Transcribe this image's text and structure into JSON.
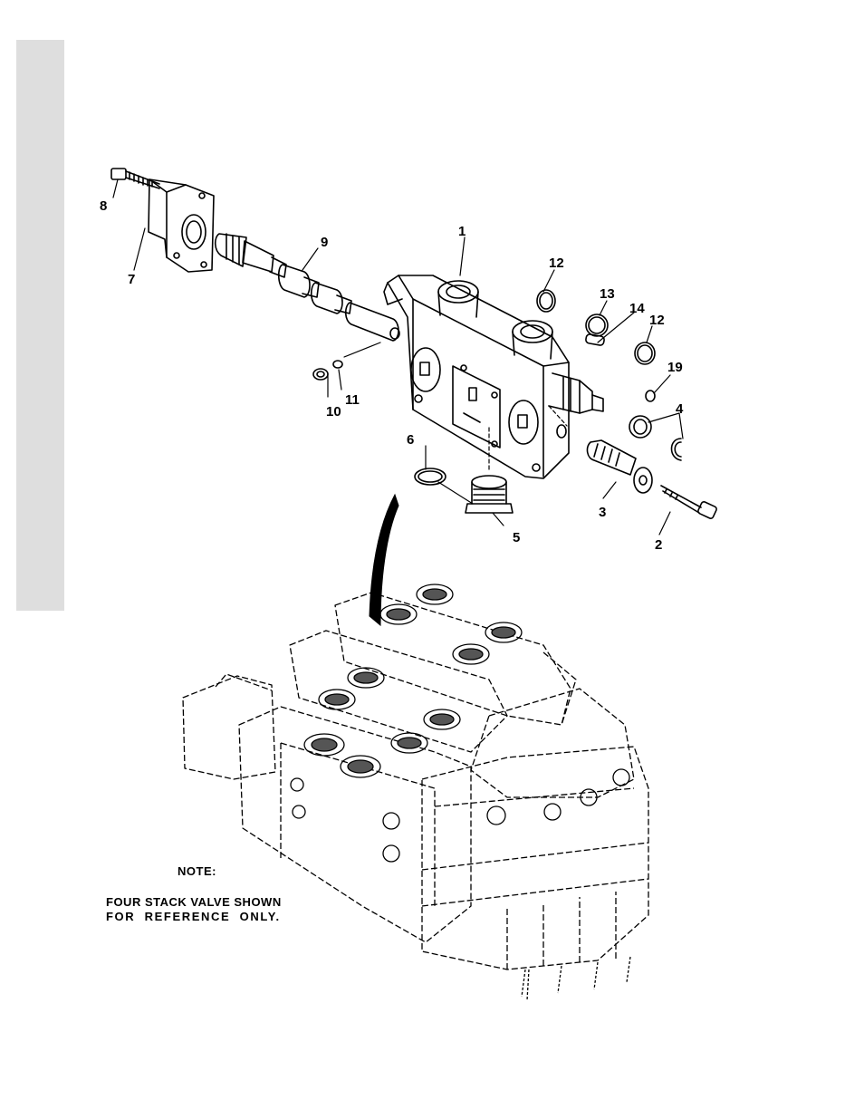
{
  "callouts": {
    "c1": "1",
    "c2": "2",
    "c3": "3",
    "c4": "4",
    "c5": "5",
    "c6": "6",
    "c7": "7",
    "c8": "8",
    "c9": "9",
    "c10": "10",
    "c11": "11",
    "c12a": "12",
    "c12b": "12",
    "c13": "13",
    "c14": "14",
    "c19": "19"
  },
  "note": {
    "heading": "NOTE:",
    "line1": "FOUR STACK VALVE SHOWN",
    "line2": "FOR  REFERENCE  ONLY."
  },
  "colors": {
    "ink": "#000000",
    "side_tab": "#dedede",
    "background": "#ffffff"
  }
}
